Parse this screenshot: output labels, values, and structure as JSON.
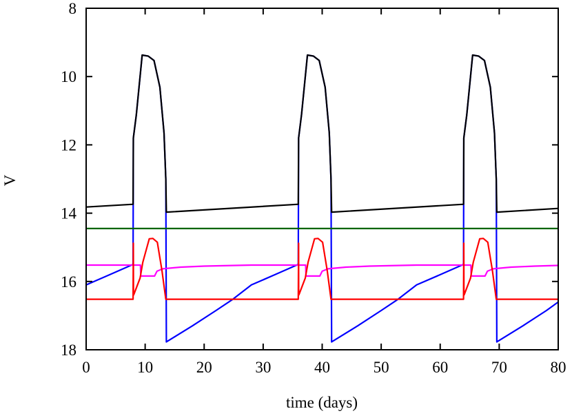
{
  "chart_data": {
    "type": "line",
    "title": "",
    "xlabel": "time (days)",
    "ylabel": "V",
    "xlim": [
      0,
      80
    ],
    "ylim": [
      8,
      18
    ],
    "y_inverted": true,
    "grid": false,
    "legend": "none",
    "xticks": [
      "0",
      "10",
      "20",
      "30",
      "40",
      "50",
      "60",
      "70",
      "80"
    ],
    "yticks": [
      "8",
      "10",
      "12",
      "14",
      "16",
      "18"
    ],
    "series": [
      {
        "color": "#0000ff",
        "points": [
          [
            0,
            16.1
          ],
          [
            4,
            15.8
          ],
          [
            7.95,
            15.5
          ],
          [
            8,
            11.8
          ],
          [
            8.5,
            11.12
          ],
          [
            9.5,
            9.37
          ],
          [
            10.5,
            9.4
          ],
          [
            11.5,
            9.53
          ],
          [
            12.5,
            10.31
          ],
          [
            13.2,
            11.65
          ],
          [
            13.5,
            13.0
          ],
          [
            13.6,
            17.77
          ],
          [
            18,
            17.3
          ],
          [
            22,
            16.85
          ],
          [
            24.7,
            16.54
          ],
          [
            28,
            16.1
          ],
          [
            32,
            15.8
          ],
          [
            35.95,
            15.5
          ],
          [
            36,
            11.8
          ],
          [
            36.5,
            11.12
          ],
          [
            37.5,
            9.37
          ],
          [
            38.5,
            9.4
          ],
          [
            39.5,
            9.53
          ],
          [
            40.5,
            10.31
          ],
          [
            41.2,
            11.65
          ],
          [
            41.5,
            13.0
          ],
          [
            41.6,
            17.77
          ],
          [
            46,
            17.3
          ],
          [
            50,
            16.85
          ],
          [
            52.7,
            16.54
          ],
          [
            56,
            16.1
          ],
          [
            60,
            15.8
          ],
          [
            63.95,
            15.5
          ],
          [
            64,
            11.8
          ],
          [
            64.5,
            11.12
          ],
          [
            65.5,
            9.37
          ],
          [
            66.5,
            9.4
          ],
          [
            67.5,
            9.53
          ],
          [
            68.5,
            10.31
          ],
          [
            69.2,
            11.65
          ],
          [
            69.5,
            13.0
          ],
          [
            69.6,
            17.77
          ],
          [
            74,
            17.3
          ],
          [
            78,
            16.85
          ],
          [
            80,
            16.6
          ]
        ]
      },
      {
        "color": "#006400",
        "points": [
          [
            0,
            14.45
          ],
          [
            80,
            14.45
          ]
        ]
      },
      {
        "color": "#ff00ff",
        "points": [
          [
            0,
            15.52
          ],
          [
            9.2,
            15.52
          ],
          [
            9.25,
            15.84
          ],
          [
            11.6,
            15.84
          ],
          [
            12,
            15.7
          ],
          [
            13,
            15.63
          ],
          [
            16,
            15.58
          ],
          [
            20,
            15.55
          ],
          [
            28,
            15.52
          ],
          [
            37.2,
            15.52
          ],
          [
            37.25,
            15.84
          ],
          [
            39.6,
            15.84
          ],
          [
            40,
            15.7
          ],
          [
            41,
            15.63
          ],
          [
            44,
            15.58
          ],
          [
            48,
            15.55
          ],
          [
            56,
            15.52
          ],
          [
            65.2,
            15.52
          ],
          [
            65.25,
            15.84
          ],
          [
            67.6,
            15.84
          ],
          [
            68,
            15.7
          ],
          [
            69,
            15.63
          ],
          [
            72,
            15.58
          ],
          [
            76,
            15.55
          ],
          [
            80,
            15.53
          ]
        ]
      },
      {
        "color": "#ff0000",
        "points": [
          [
            0,
            16.52
          ],
          [
            7.95,
            16.52
          ],
          [
            8,
            14.88
          ],
          [
            8.02,
            16.4
          ],
          [
            8.1,
            16.37
          ],
          [
            9.14,
            15.9
          ],
          [
            9.6,
            15.44
          ],
          [
            10.7,
            14.75
          ],
          [
            11.3,
            14.74
          ],
          [
            12.07,
            14.85
          ],
          [
            12.85,
            15.68
          ],
          [
            13.5,
            16.52
          ],
          [
            35.95,
            16.52
          ],
          [
            36,
            14.88
          ],
          [
            36.02,
            16.4
          ],
          [
            36.1,
            16.37
          ],
          [
            37.14,
            15.9
          ],
          [
            37.6,
            15.44
          ],
          [
            38.7,
            14.75
          ],
          [
            39.3,
            14.74
          ],
          [
            40.07,
            14.85
          ],
          [
            40.85,
            15.68
          ],
          [
            41.5,
            16.52
          ],
          [
            63.95,
            16.52
          ],
          [
            64,
            14.88
          ],
          [
            64.02,
            16.4
          ],
          [
            64.1,
            16.37
          ],
          [
            65.14,
            15.9
          ],
          [
            65.6,
            15.44
          ],
          [
            66.7,
            14.75
          ],
          [
            67.3,
            14.74
          ],
          [
            68.07,
            14.85
          ],
          [
            68.85,
            15.68
          ],
          [
            69.5,
            16.52
          ],
          [
            80,
            16.52
          ]
        ]
      },
      {
        "color": "#000000",
        "points": [
          [
            0,
            13.82
          ],
          [
            7.95,
            13.74
          ],
          [
            8,
            11.8
          ],
          [
            8.5,
            11.12
          ],
          [
            9.5,
            9.37
          ],
          [
            10.5,
            9.4
          ],
          [
            11.5,
            9.53
          ],
          [
            12.5,
            10.31
          ],
          [
            13.2,
            11.65
          ],
          [
            13.5,
            13.0
          ],
          [
            13.6,
            13.97
          ],
          [
            35.95,
            13.74
          ],
          [
            36,
            11.8
          ],
          [
            36.5,
            11.12
          ],
          [
            37.5,
            9.37
          ],
          [
            38.5,
            9.4
          ],
          [
            39.5,
            9.53
          ],
          [
            40.5,
            10.31
          ],
          [
            41.2,
            11.65
          ],
          [
            41.5,
            13.0
          ],
          [
            41.6,
            13.97
          ],
          [
            63.95,
            13.74
          ],
          [
            64,
            11.8
          ],
          [
            64.5,
            11.12
          ],
          [
            65.5,
            9.37
          ],
          [
            66.5,
            9.4
          ],
          [
            67.5,
            9.53
          ],
          [
            68.5,
            10.31
          ],
          [
            69.2,
            11.65
          ],
          [
            69.5,
            13.0
          ],
          [
            69.6,
            13.97
          ],
          [
            80,
            13.86
          ]
        ]
      }
    ]
  }
}
